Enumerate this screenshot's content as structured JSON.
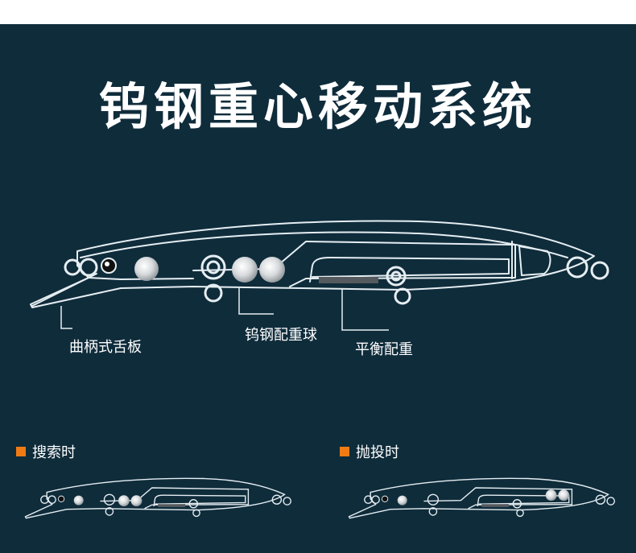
{
  "title": "钨钢重心移动系统",
  "callouts": {
    "lip": "曲柄式舌板",
    "balls": "钨钢配重球",
    "balance": "平衡配重"
  },
  "modes": [
    {
      "label": "搜索时",
      "accent": "#f07b14"
    },
    {
      "label": "抛投时",
      "accent": "#f07b14"
    }
  ],
  "colors": {
    "background": "#0f2c3b",
    "line": "#e6eef2",
    "accent": "#f07b14"
  }
}
